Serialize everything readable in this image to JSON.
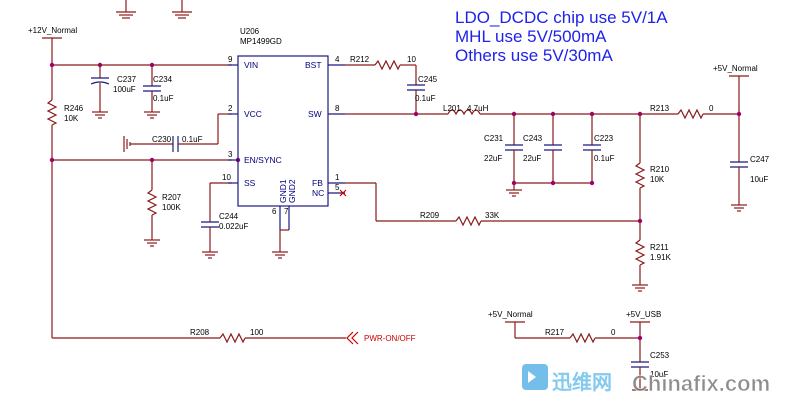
{
  "notes": [
    "LDO_DCDC chip use 5V/1A",
    "MHL use 5V/500mA",
    "Others use 5V/30mA"
  ],
  "nets": {
    "in": "+12V_Normal",
    "out": "+5V_Normal",
    "usb_in": "+5V_Normal",
    "usb_out": "+5V_USB",
    "ctrl": "PWR-ON/OFF"
  },
  "ic": {
    "ref": "U206",
    "part": "MP1499GD",
    "pins": {
      "vin": {
        "name": "VIN",
        "num": "9"
      },
      "vcc": {
        "name": "VCC",
        "num": "2"
      },
      "en": {
        "name": "EN/SYNC",
        "num": "3"
      },
      "ss": {
        "name": "SS",
        "num": "10"
      },
      "bst": {
        "name": "BST",
        "num": "4"
      },
      "sw": {
        "name": "SW",
        "num": "8"
      },
      "fb": {
        "name": "FB",
        "num": "1"
      },
      "nc": {
        "name": "NC",
        "num": "5"
      },
      "gnd1": {
        "name": "GND1",
        "num": "6"
      },
      "gnd2": {
        "name": "GND2",
        "num": "7"
      }
    }
  },
  "components": {
    "c237": {
      "ref": "C237",
      "val": "100uF"
    },
    "c234": {
      "ref": "C234",
      "val": "0.1uF"
    },
    "r246": {
      "ref": "R246",
      "val": "10K"
    },
    "c230": {
      "ref": "C230",
      "val": "0.1uF"
    },
    "r207": {
      "ref": "R207",
      "val": "100K"
    },
    "c244": {
      "ref": "C244",
      "val": "0.022uF"
    },
    "r212": {
      "ref": "R212",
      "val": "10"
    },
    "c245": {
      "ref": "C245",
      "val": "0.1uF"
    },
    "l201": {
      "ref": "L201",
      "val": "4.7uH"
    },
    "c231": {
      "ref": "C231",
      "val": "22uF"
    },
    "c243": {
      "ref": "C243",
      "val": "22uF"
    },
    "c223": {
      "ref": "C223",
      "val": "0.1uF"
    },
    "r213": {
      "ref": "R213",
      "val": "0"
    },
    "c247": {
      "ref": "C247",
      "val": "10uF"
    },
    "r210": {
      "ref": "R210",
      "val": "10K"
    },
    "r209": {
      "ref": "R209",
      "val": "33K"
    },
    "r211": {
      "ref": "R211",
      "val": "1.91K"
    },
    "r208": {
      "ref": "R208",
      "val": "100"
    },
    "r217": {
      "ref": "R217",
      "val": "0"
    },
    "c253": {
      "ref": "C253",
      "val": "10uF"
    }
  },
  "watermark": {
    "cn": "迅维网",
    "en": "Chinafix.com"
  }
}
